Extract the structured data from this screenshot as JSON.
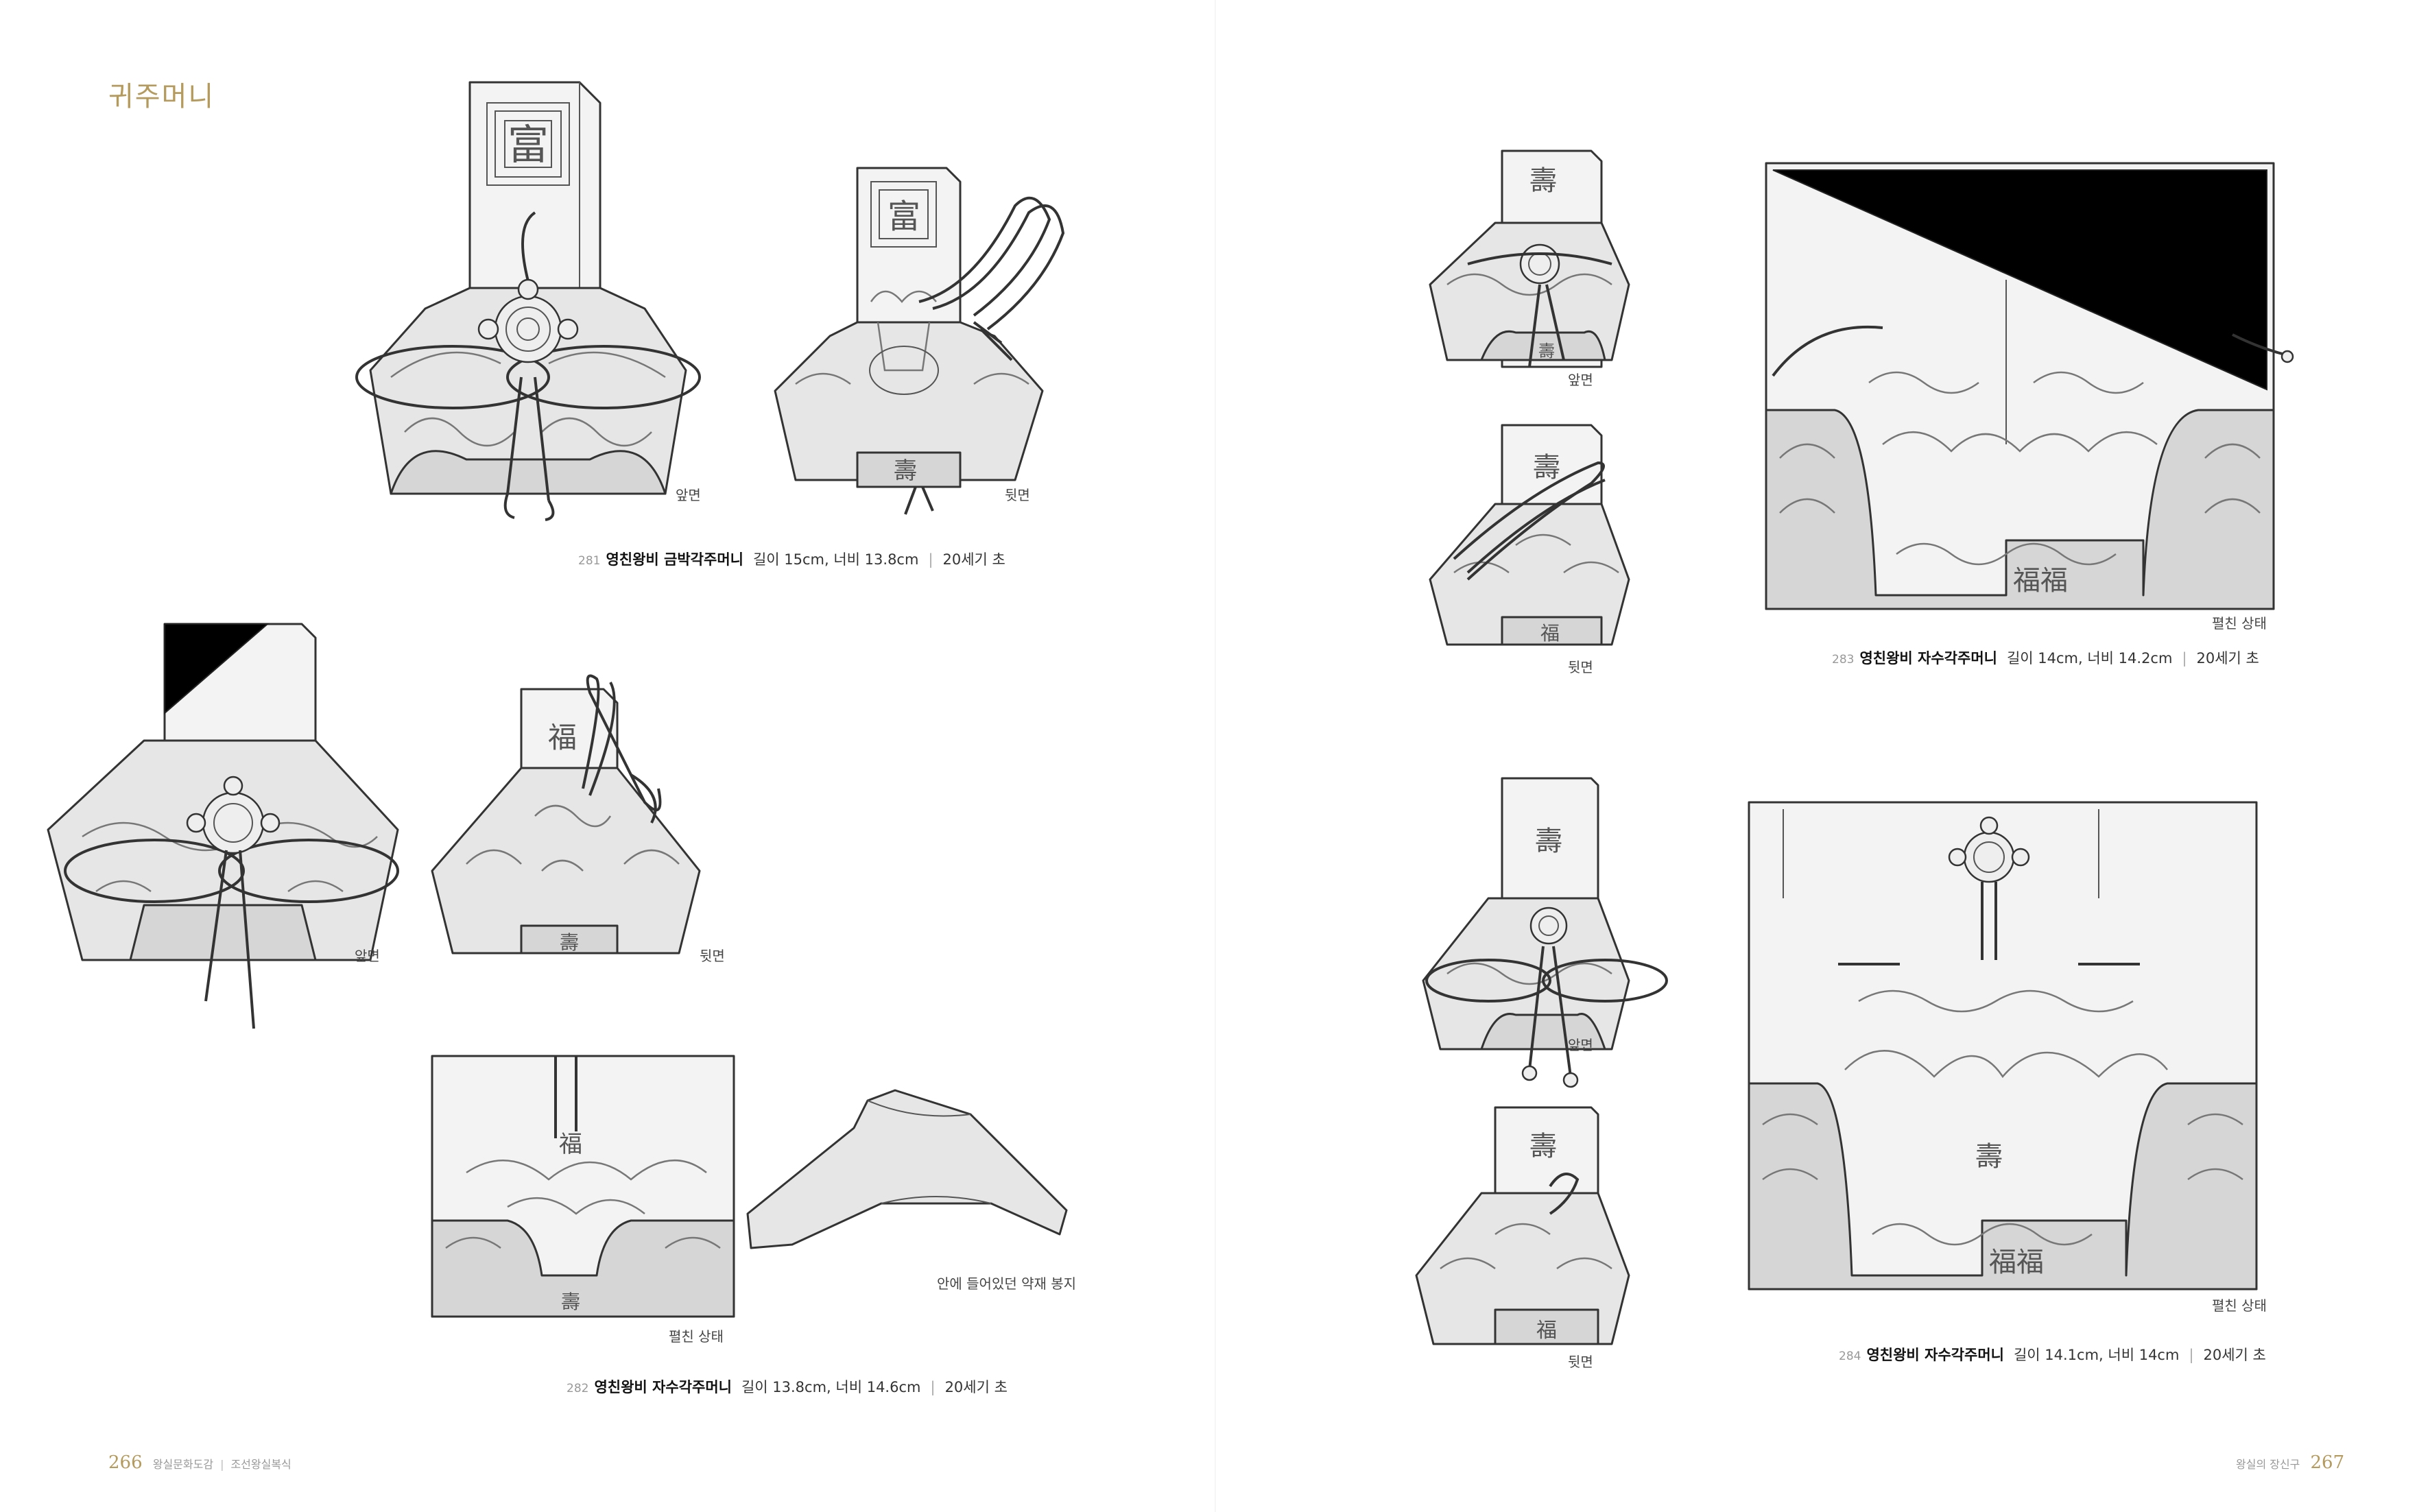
{
  "section_title": "귀주머니",
  "items": [
    {
      "number": "281",
      "name": "영친왕비 금박각주머니",
      "dimensions": "길이 15cm, 너비 13.8cm",
      "period": "20세기 초",
      "views": [
        "앞면",
        "뒷면"
      ]
    },
    {
      "number": "282",
      "name": "영친왕비 자수각주머니",
      "dimensions": "길이 13.8cm, 너비 14.6cm",
      "period": "20세기 초",
      "views": [
        "앞면",
        "뒷면",
        "펼친 상태",
        "안에 들어있던 약재 봉지"
      ]
    },
    {
      "number": "283",
      "name": "영친왕비 자수각주머니",
      "dimensions": "길이 14cm, 너비 14.2cm",
      "period": "20세기 초",
      "views": [
        "앞면",
        "뒷면",
        "펼친 상태"
      ]
    },
    {
      "number": "284",
      "name": "영친왕비 자수각주머니",
      "dimensions": "길이 14.1cm, 너비 14cm",
      "period": "20세기 초",
      "views": [
        "앞면",
        "뒷면",
        "펼친 상태"
      ]
    }
  ],
  "footer": {
    "left_page": "266",
    "left_book": "왕실문화도감",
    "left_sub": "조선왕실복식",
    "right_text": "왕실의 장신구",
    "right_page": "267"
  }
}
